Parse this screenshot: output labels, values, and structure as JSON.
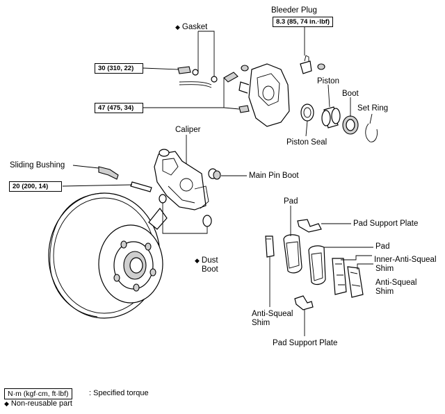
{
  "labels": {
    "bleeder_plug": "Bleeder Plug",
    "bleeder_torque": "8.3 (85, 74 in.·lbf)",
    "gasket": "Gasket",
    "torque_30": "30 (310, 22)",
    "torque_47": "47 (475, 34)",
    "piston": "Piston",
    "boot": "Boot",
    "set_ring": "Set Ring",
    "piston_seal": "Piston Seal",
    "caliper": "Caliper",
    "sliding_bushing": "Sliding Bushing",
    "torque_20": "20 (200, 14)",
    "main_pin_boot": "Main Pin Boot",
    "dust_boot_1": "Dust",
    "dust_boot_2": "Boot",
    "pad_top": "Pad",
    "pad_support_plate_top": "Pad Support Plate",
    "pad_right": "Pad",
    "inner_shim_1": "Inner-Anti-Squeal",
    "inner_shim_2": "Shim",
    "anti_shim_right_1": "Anti-Squeal",
    "anti_shim_right_2": "Shim",
    "anti_shim_left_1": "Anti-Squeal",
    "anti_shim_left_2": "Shim",
    "pad_support_plate_bottom": "Pad Support Plate"
  },
  "legend": {
    "unit_box": "N·m (kgf·cm, ft·lbf)",
    "unit_desc": ": Specified torque",
    "nonreusable": "Non-reusable part",
    "diamond_symbol": "◆"
  }
}
